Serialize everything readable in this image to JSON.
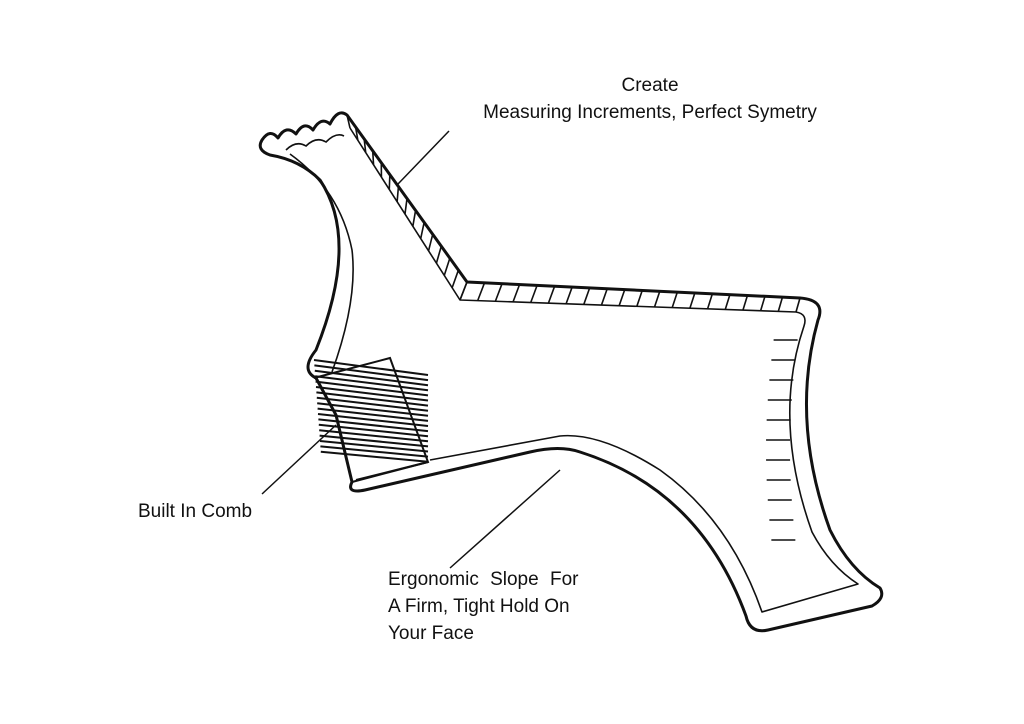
{
  "diagram": {
    "stroke_color": "#111111",
    "background": "#ffffff",
    "labels": {
      "top": {
        "line1": "Create",
        "line2": "Measuring Increments, Perfect Symetry"
      },
      "comb": "Built In Comb",
      "slope": {
        "line1": "Ergonomic  Slope  For",
        "line2": "A Firm, Tight Hold On",
        "line3": "Your Face"
      }
    }
  }
}
